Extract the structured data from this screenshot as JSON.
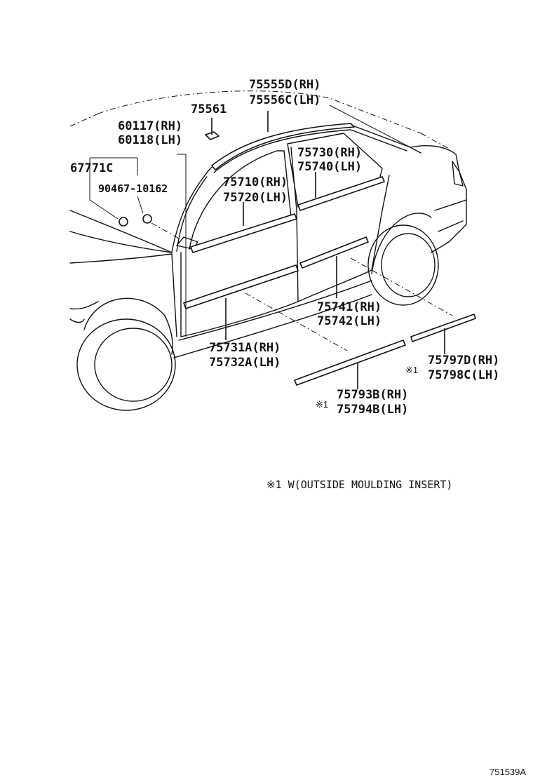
{
  "diagram_id": "751539A",
  "note": "※1 W(OUTSIDE MOULDING INSERT)",
  "callouts": {
    "c75555": {
      "line1": "75555D(RH)",
      "line2": "75556C(LH)"
    },
    "c75561": {
      "line1": "75561"
    },
    "c60117": {
      "line1": "60117(RH)",
      "line2": "60118(LH)"
    },
    "c67771": {
      "line1": "67771C"
    },
    "c90467": {
      "line1": "90467-10162"
    },
    "c75730": {
      "line1": "75730(RH)",
      "line2": "75740(LH)"
    },
    "c75710": {
      "line1": "75710(RH)",
      "line2": "75720(LH)"
    },
    "c75741": {
      "line1": "75741(RH)",
      "line2": "75742(LH)"
    },
    "c75731": {
      "line1": "75731A(RH)",
      "line2": "75732A(LH)"
    },
    "c75797": {
      "mark": "※1",
      "line1": "75797D(RH)",
      "line2": "75798C(LH)"
    },
    "c75793": {
      "mark": "※1",
      "line1": "75793B(RH)",
      "line2": "75794B(LH)"
    }
  }
}
